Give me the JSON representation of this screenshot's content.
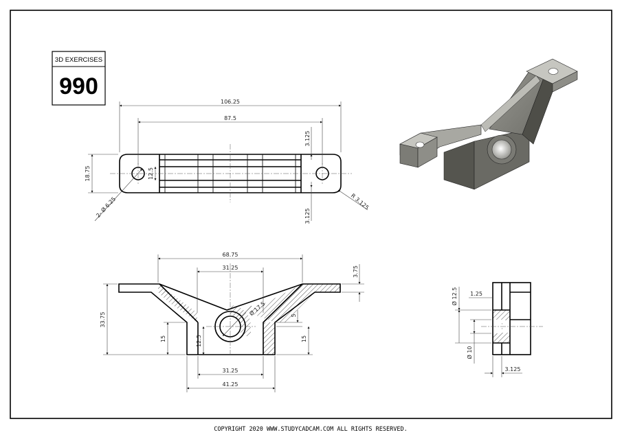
{
  "title_block": {
    "caption": "3D EXERCISES",
    "number": "990"
  },
  "top_view": {
    "dims": {
      "overall_length": "106.25",
      "hole_spacing": "87.5",
      "width": "18.75",
      "inner": "12.5",
      "rib_top": "3.125",
      "rib_bottom": "3.125",
      "holes": "2- Ø 6.25",
      "end_radius": "R 3.125"
    }
  },
  "front_view": {
    "dims": {
      "top_span": "68.75",
      "slot": "31.25",
      "flange": "3.75",
      "height": "33.75",
      "bore": "Ø 17.5",
      "boss_top": "5",
      "boss_right": "15",
      "base_left": "15",
      "boss_center": "12.5",
      "base_inner": "31.25",
      "base_overall": "41.25"
    }
  },
  "side_view": {
    "dims": {
      "outer_dia": "Ø 12.5",
      "step": "1.25",
      "inner_dia": "Ø 10",
      "wall": "3.125"
    }
  },
  "footer": {
    "copyright": "COPYRIGHT   2020 WWW.STUDYCADCAM.COM ALL RIGHTS RESERVED."
  },
  "colors": {
    "ink": "#000000",
    "paper": "#ffffff",
    "shade_dark": "#5a5a55",
    "shade_mid": "#8c8c86",
    "shade_light": "#c2c2bc"
  }
}
